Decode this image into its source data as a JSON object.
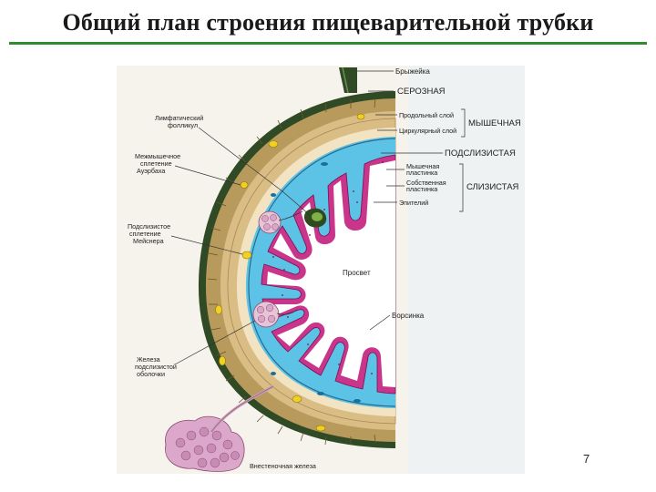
{
  "page": {
    "title": "Общий план строения пищеварительной трубки",
    "page_number": "7"
  },
  "labels": {
    "mesentery": "Брыжейка",
    "serosa": "СЕРОЗНАЯ",
    "longitudinal_layer": "Продольный слой",
    "circular_layer": "Циркулярный слой",
    "muscular": "МЫШЕЧНАЯ",
    "submucosa": "ПОДСЛИЗИСТАЯ",
    "muscularis_mucosae_1": "Мышечная",
    "muscularis_mucosae_2": "пластинка",
    "lamina_propria_1": "Собственная",
    "lamina_propria_2": "пластинка",
    "epithelium": "Эпителий",
    "mucosa": "СЛИЗИСТАЯ",
    "lymph_follicle_1": "Лимфатический",
    "lymph_follicle_2": "фолликул",
    "auerbach_1": "Межмышечное",
    "auerbach_2": "сплетение",
    "auerbach_3": "Ауэрбаха",
    "meissner_1": "Подслизистое",
    "meissner_2": "сплетение",
    "meissner_3": "Мейснера",
    "lumen": "Просвет",
    "villus": "Ворсинка",
    "submucosal_gland_1": "Железа",
    "submucosal_gland_2": "подслизистой",
    "submucosal_gland_3": "оболочки",
    "extramural_gland": "Внестеночная железа"
  },
  "colors": {
    "title_rule": "#2e8b2e",
    "serosa": "#2f4a24",
    "muscle_outer": "#c8a86a",
    "muscle_inner": "#e2c88e",
    "submucosa": "#f4e8c8",
    "mucosa_blue": "#5ec4e6",
    "epithelium_pink": "#c8358a",
    "lumen": "#ffffff",
    "panel_bg": "#e8eef0",
    "gland": "#d9a6c8"
  }
}
